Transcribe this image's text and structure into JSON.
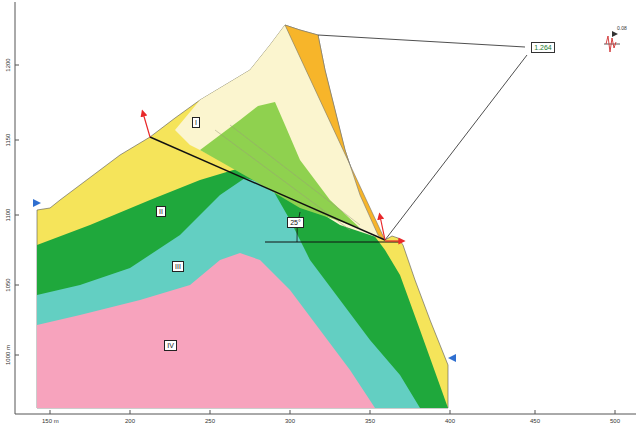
{
  "diagram": {
    "nodes": [
      {
        "text": [
          "I"
        ]
      },
      {
        "text": [
          "II"
        ]
      },
      {
        "text": [
          "III"
        ]
      },
      {
        "text": [
          "IV"
        ]
      },
      {
        "text": [
          "25°"
        ]
      },
      {
        "text": [
          "1.264"
        ]
      }
    ],
    "labels": [
      "0.08",
      "1200",
      "1150",
      "1100",
      "1050",
      "1000 m",
      "150 m",
      "200",
      "250",
      "300",
      "350",
      "400",
      "450",
      "500"
    ]
  }
}
